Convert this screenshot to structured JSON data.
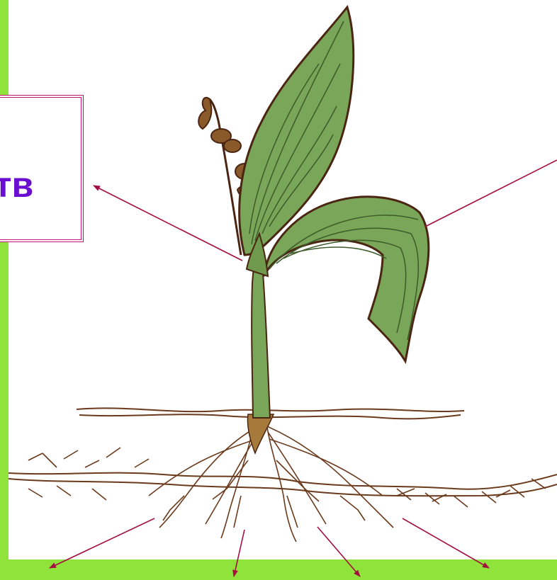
{
  "diagram": {
    "label_box": {
      "text": "тв"
    },
    "colors": {
      "background": "#8fe33a",
      "panel": "#ffffff",
      "box_border": "#c2127a",
      "label_text": "#6a0fcf",
      "arrow": "#a3103f",
      "leaf_fill": "#7aa65a",
      "leaf_vein": "#3d5b2a",
      "outline": "#4a2512",
      "root": "#6b3a1c"
    },
    "icons": [
      "plant-illustration",
      "arrow-pointer"
    ]
  }
}
